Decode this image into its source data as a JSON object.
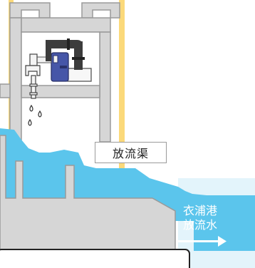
{
  "labels": {
    "channel": "放流渠",
    "outflow_line1": "衣浦港",
    "outflow_line2": "放流水"
  },
  "colors": {
    "water": "#5bc5ec",
    "sky_pale": "#e3f4fb",
    "concrete": "#d6d6d6",
    "concrete_edge": "#9a9a9a",
    "highlight_stripe": "#fbd97a",
    "pump_blue": "#4656a8",
    "pipe_dark": "#3c3c3c"
  },
  "icons": {
    "pump": "pump-icon",
    "faucet": "faucet-icon",
    "droplets": "droplet-icon",
    "arrow": "arrow-right-icon"
  }
}
